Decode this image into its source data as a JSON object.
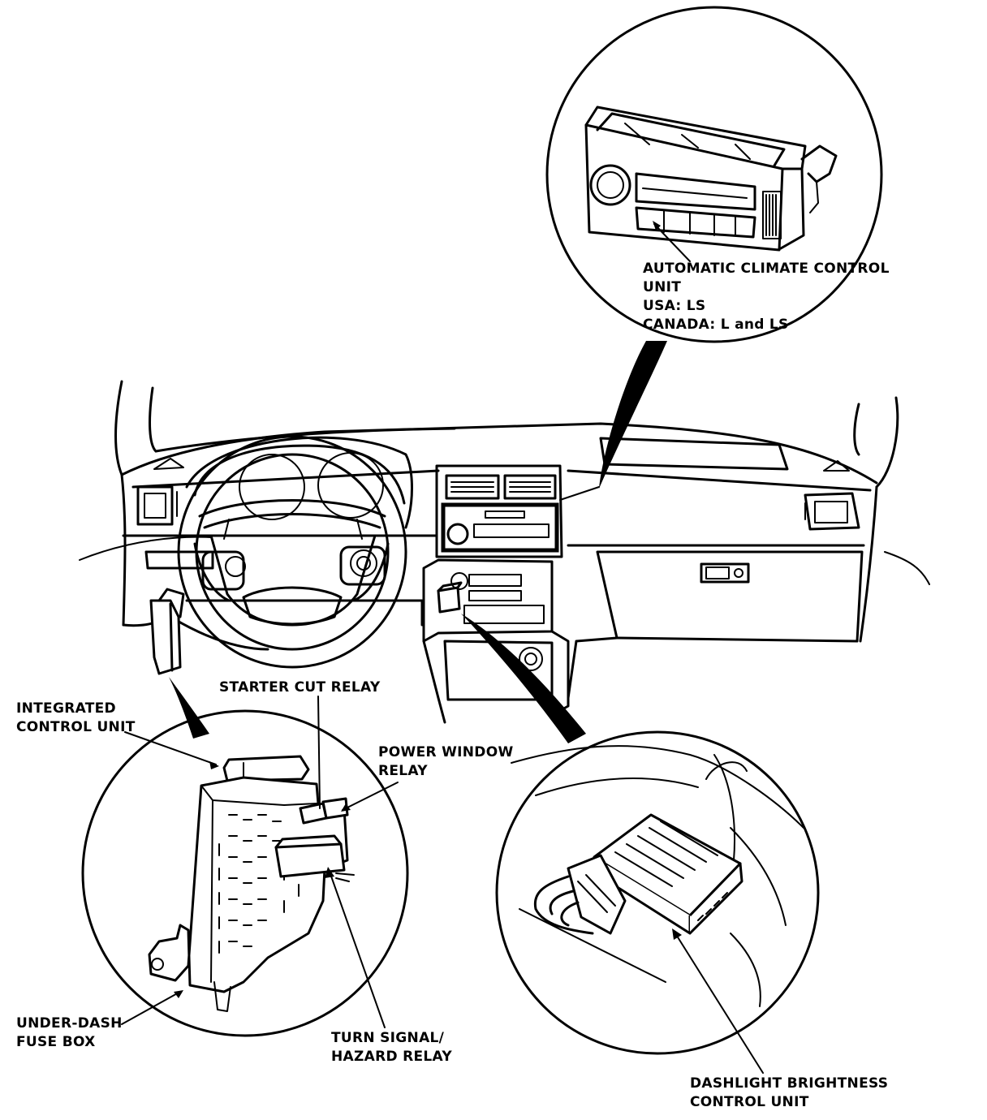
{
  "labels": {
    "climate_control": {
      "line1": "AUTOMATIC CLIMATE CONTROL",
      "line2": "UNIT",
      "line3": "USA: LS",
      "line4": "CANADA: L and LS"
    },
    "integrated_control_unit": {
      "line1": "INTEGRATED",
      "line2": "CONTROL UNIT"
    },
    "starter_cut_relay": {
      "line1": "STARTER CUT RELAY"
    },
    "power_window_relay": {
      "line1": "POWER WINDOW",
      "line2": "RELAY"
    },
    "under_dash_fuse_box": {
      "line1": "UNDER-DASH",
      "line2": "FUSE BOX"
    },
    "turn_signal_relay": {
      "line1": "TURN SIGNAL/",
      "line2": "HAZARD RELAY"
    },
    "dashlight_control_unit": {
      "line1": "DASHLIGHT BRIGHTNESS",
      "line2": "CONTROL UNIT"
    }
  }
}
